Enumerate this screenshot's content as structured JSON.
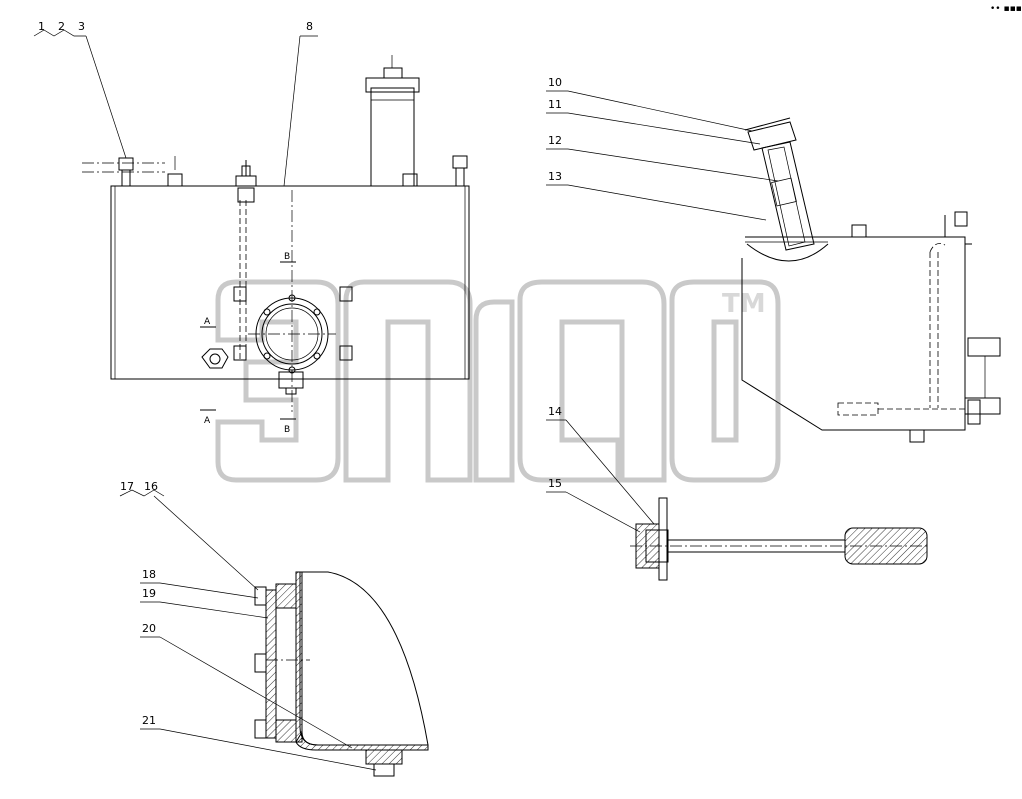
{
  "corner_mark": "•• ▪▪▪",
  "labels": {
    "l1": "1",
    "l2": "2",
    "l3": "3",
    "l8": "8",
    "l10": "10",
    "l11": "11",
    "l12": "12",
    "l13": "13",
    "l14": "14",
    "l15": "15",
    "l16": "16",
    "l17": "17",
    "l18": "18",
    "l19": "19",
    "l20": "20",
    "l21": "21"
  },
  "section_marks": {
    "a_top": "A",
    "a_bottom": "A",
    "b_top": "B",
    "b_bottom": "B"
  },
  "watermark": {
    "trademark": "TM"
  }
}
